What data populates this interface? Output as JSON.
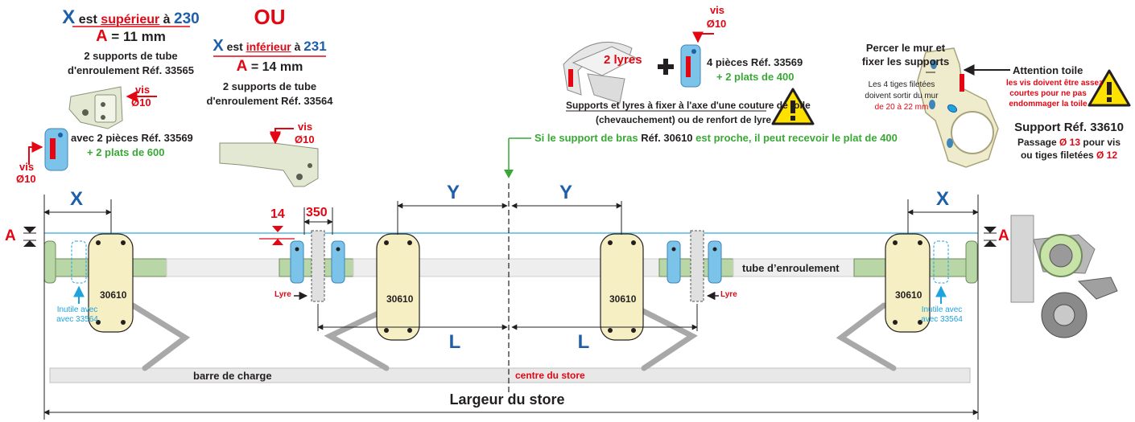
{
  "top_left": {
    "case_a": {
      "x_letter": "X",
      "cond_a": "est",
      "cond_word": "supérieur",
      "cond_b": "à",
      "value": "230",
      "a_letter": "A",
      "a_value": "= 11 mm",
      "line1": "2 supports de tube",
      "line2": "d'enroulement Réf. 33565",
      "vis": "vis",
      "diam": "Ø10"
    },
    "or_word": "OU",
    "case_b": {
      "x_letter": "X",
      "cond_a": "est",
      "cond_word": "inférieur",
      "cond_b": "à",
      "value": "231",
      "a_letter": "A",
      "a_value": "= 14 mm",
      "line1": "2 supports de tube",
      "line2": "d'enroulement Réf. 33564",
      "vis": "vis",
      "diam": "Ø10"
    },
    "pieces": {
      "line1": "avec 2 pièces Réf. 33569",
      "line2": "+ 2 plats de 600",
      "vis": "vis",
      "diam": "Ø10"
    }
  },
  "top_middle": {
    "vis": "vis",
    "diam": "Ø10",
    "lyres_label": "2 lyres",
    "plus": "+",
    "pieces_line1": "4 pièces Réf. 33569",
    "pieces_line2": "+ 2 plats de 400",
    "warning_line1": "Supports et lyres à fixer à l'axe d'une couture de toile",
    "warning_line2": "(chevauchement) ou de renfort de lyre",
    "green_note_a": "Si le support de bras",
    "green_note_ref": "Réf. 30610",
    "green_note_b": "est proche, il peut recevoir le plat de 400"
  },
  "top_right": {
    "drill_line1": "Percer le mur et",
    "drill_line2": "fixer les supports",
    "rods_line1": "Les 4 tiges filetées",
    "rods_line2": "doivent sortir du mur",
    "rods_line3": "de 20 à 22 mm",
    "attention_title": "Attention toile",
    "attention_line1": "les vis doivent être assez",
    "attention_line2": "courtes pour ne pas",
    "attention_line3": "endommager la toile",
    "support_title": "Support Réf. 33610",
    "passage_a": "Passage",
    "passage_val": "Ø 13",
    "passage_b": "pour vis",
    "rods_a": "ou tiges filetées",
    "rods_val": "Ø 12"
  },
  "diagram": {
    "x_label": "X",
    "y_label": "Y",
    "l_label": "L",
    "a_label": "A",
    "dim_14": "14",
    "dim_350": "350",
    "bracket_ref": "30610",
    "lyre_label": "Lyre",
    "tube_label": "tube d’enroulement",
    "useless_line1": "Inutile avec",
    "useless_line2": "avec 33564",
    "load_bar_label": "barre de charge",
    "center_label": "centre du store",
    "width_label": "Largeur du store"
  },
  "colors": {
    "red": "#e30613",
    "blue": "#1d5fa8",
    "green": "#39a935",
    "cyan": "#1ea3dc",
    "bracket_fill": "#f6efc4",
    "tube_fill": "#b9d7a6",
    "part_fill": "#7cc3ea",
    "warning_yellow": "#ffe100"
  }
}
